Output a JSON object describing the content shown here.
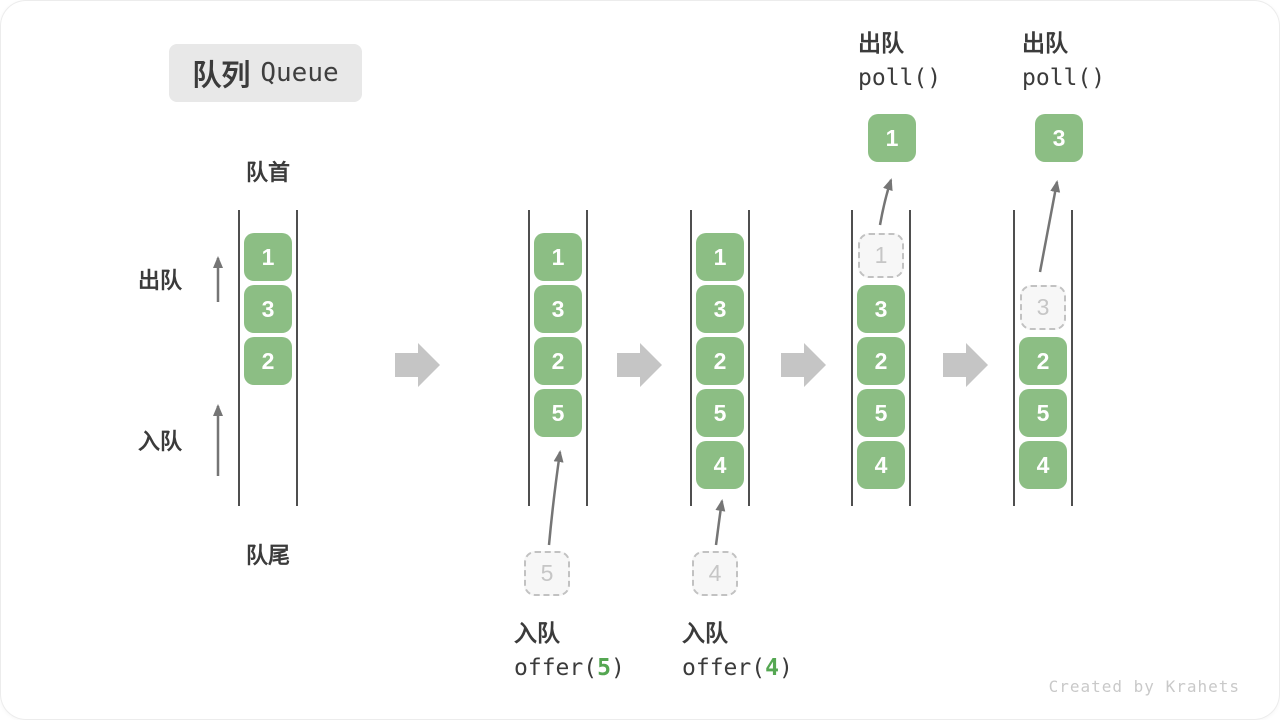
{
  "title": {
    "zh": "队列",
    "en": "Queue"
  },
  "labels": {
    "front": "队首",
    "rear": "队尾",
    "dequeue": "出队",
    "enqueue": "入队"
  },
  "states": [
    {
      "cells": [
        "1",
        "3",
        "2"
      ]
    },
    {
      "cells": [
        "1",
        "3",
        "2",
        "5"
      ],
      "incoming": "5"
    },
    {
      "cells": [
        "1",
        "3",
        "2",
        "5",
        "4"
      ],
      "incoming": "4"
    },
    {
      "cells": [
        "3",
        "2",
        "5",
        "4"
      ],
      "removed": "1"
    },
    {
      "cells": [
        "2",
        "5",
        "4"
      ],
      "removed": "3"
    }
  ],
  "operations": {
    "enqueue5": {
      "label": "入队",
      "code_before": "offer(",
      "arg": "5",
      "code_after": ")"
    },
    "enqueue4": {
      "label": "入队",
      "code_before": "offer(",
      "arg": "4",
      "code_after": ")"
    },
    "poll1": {
      "label": "出队",
      "code": "poll()",
      "result": "1"
    },
    "poll2": {
      "label": "出队",
      "code": "poll()",
      "result": "3"
    }
  },
  "watermark": "Created by Krahets",
  "colors": {
    "cell_green": "#8CBE84",
    "arg_green": "#55A752",
    "block_arrow": "#C5C5C5",
    "channel_line": "#4F4F4F",
    "thin_arrow": "#757575",
    "dashed_border": "#C2C2C2",
    "title_bg": "#E8E8E8",
    "text": "#3B3B3B",
    "watermark": "#C9C9C9"
  }
}
